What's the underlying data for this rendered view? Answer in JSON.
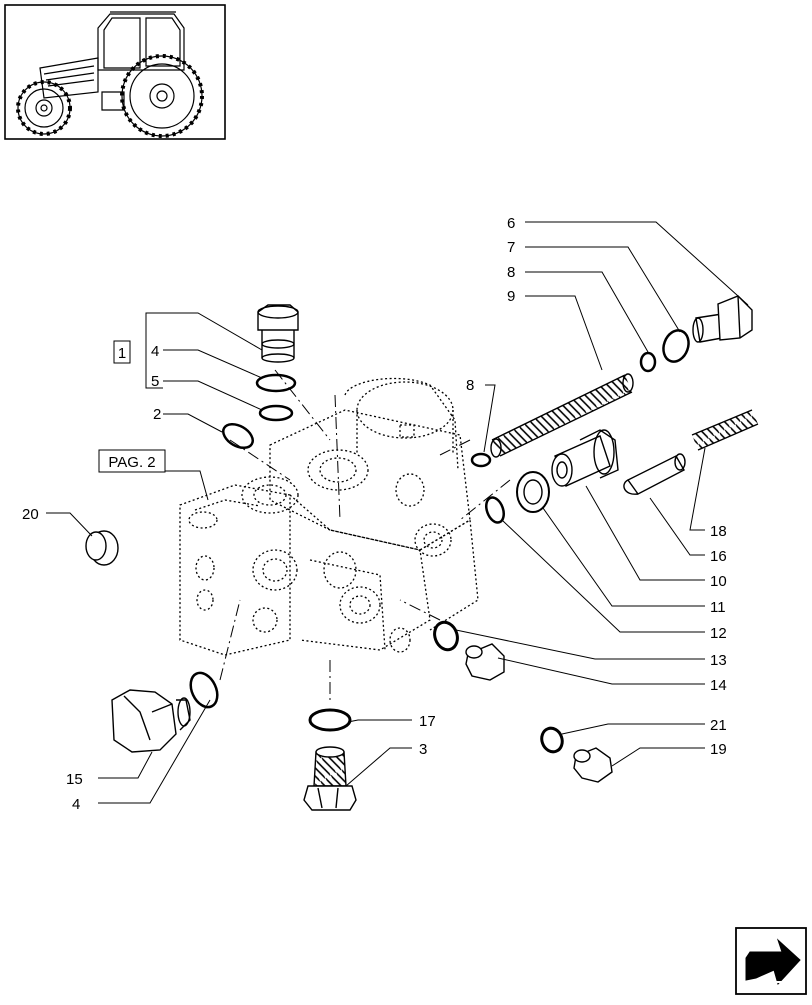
{
  "diagram": {
    "page_ref": "PAG. 2",
    "group_marker": "1",
    "callouts": {
      "c1": "1",
      "c2": "2",
      "c3": "3",
      "c4a": "4",
      "c4b": "4",
      "c5": "5",
      "c6": "6",
      "c7": "7",
      "c8a": "8",
      "c8b": "8",
      "c9": "9",
      "c10": "10",
      "c11": "11",
      "c12": "12",
      "c13": "13",
      "c14": "14",
      "c15": "15",
      "c16": "16",
      "c17": "17",
      "c18": "18",
      "c19": "19",
      "c20": "20",
      "c21": "21"
    }
  },
  "icons": {
    "thumbnail": "tractor-thumbnail-icon",
    "navigation": "next-page-arrow-icon"
  },
  "colors": {
    "line": "#000000",
    "background": "#ffffff"
  }
}
